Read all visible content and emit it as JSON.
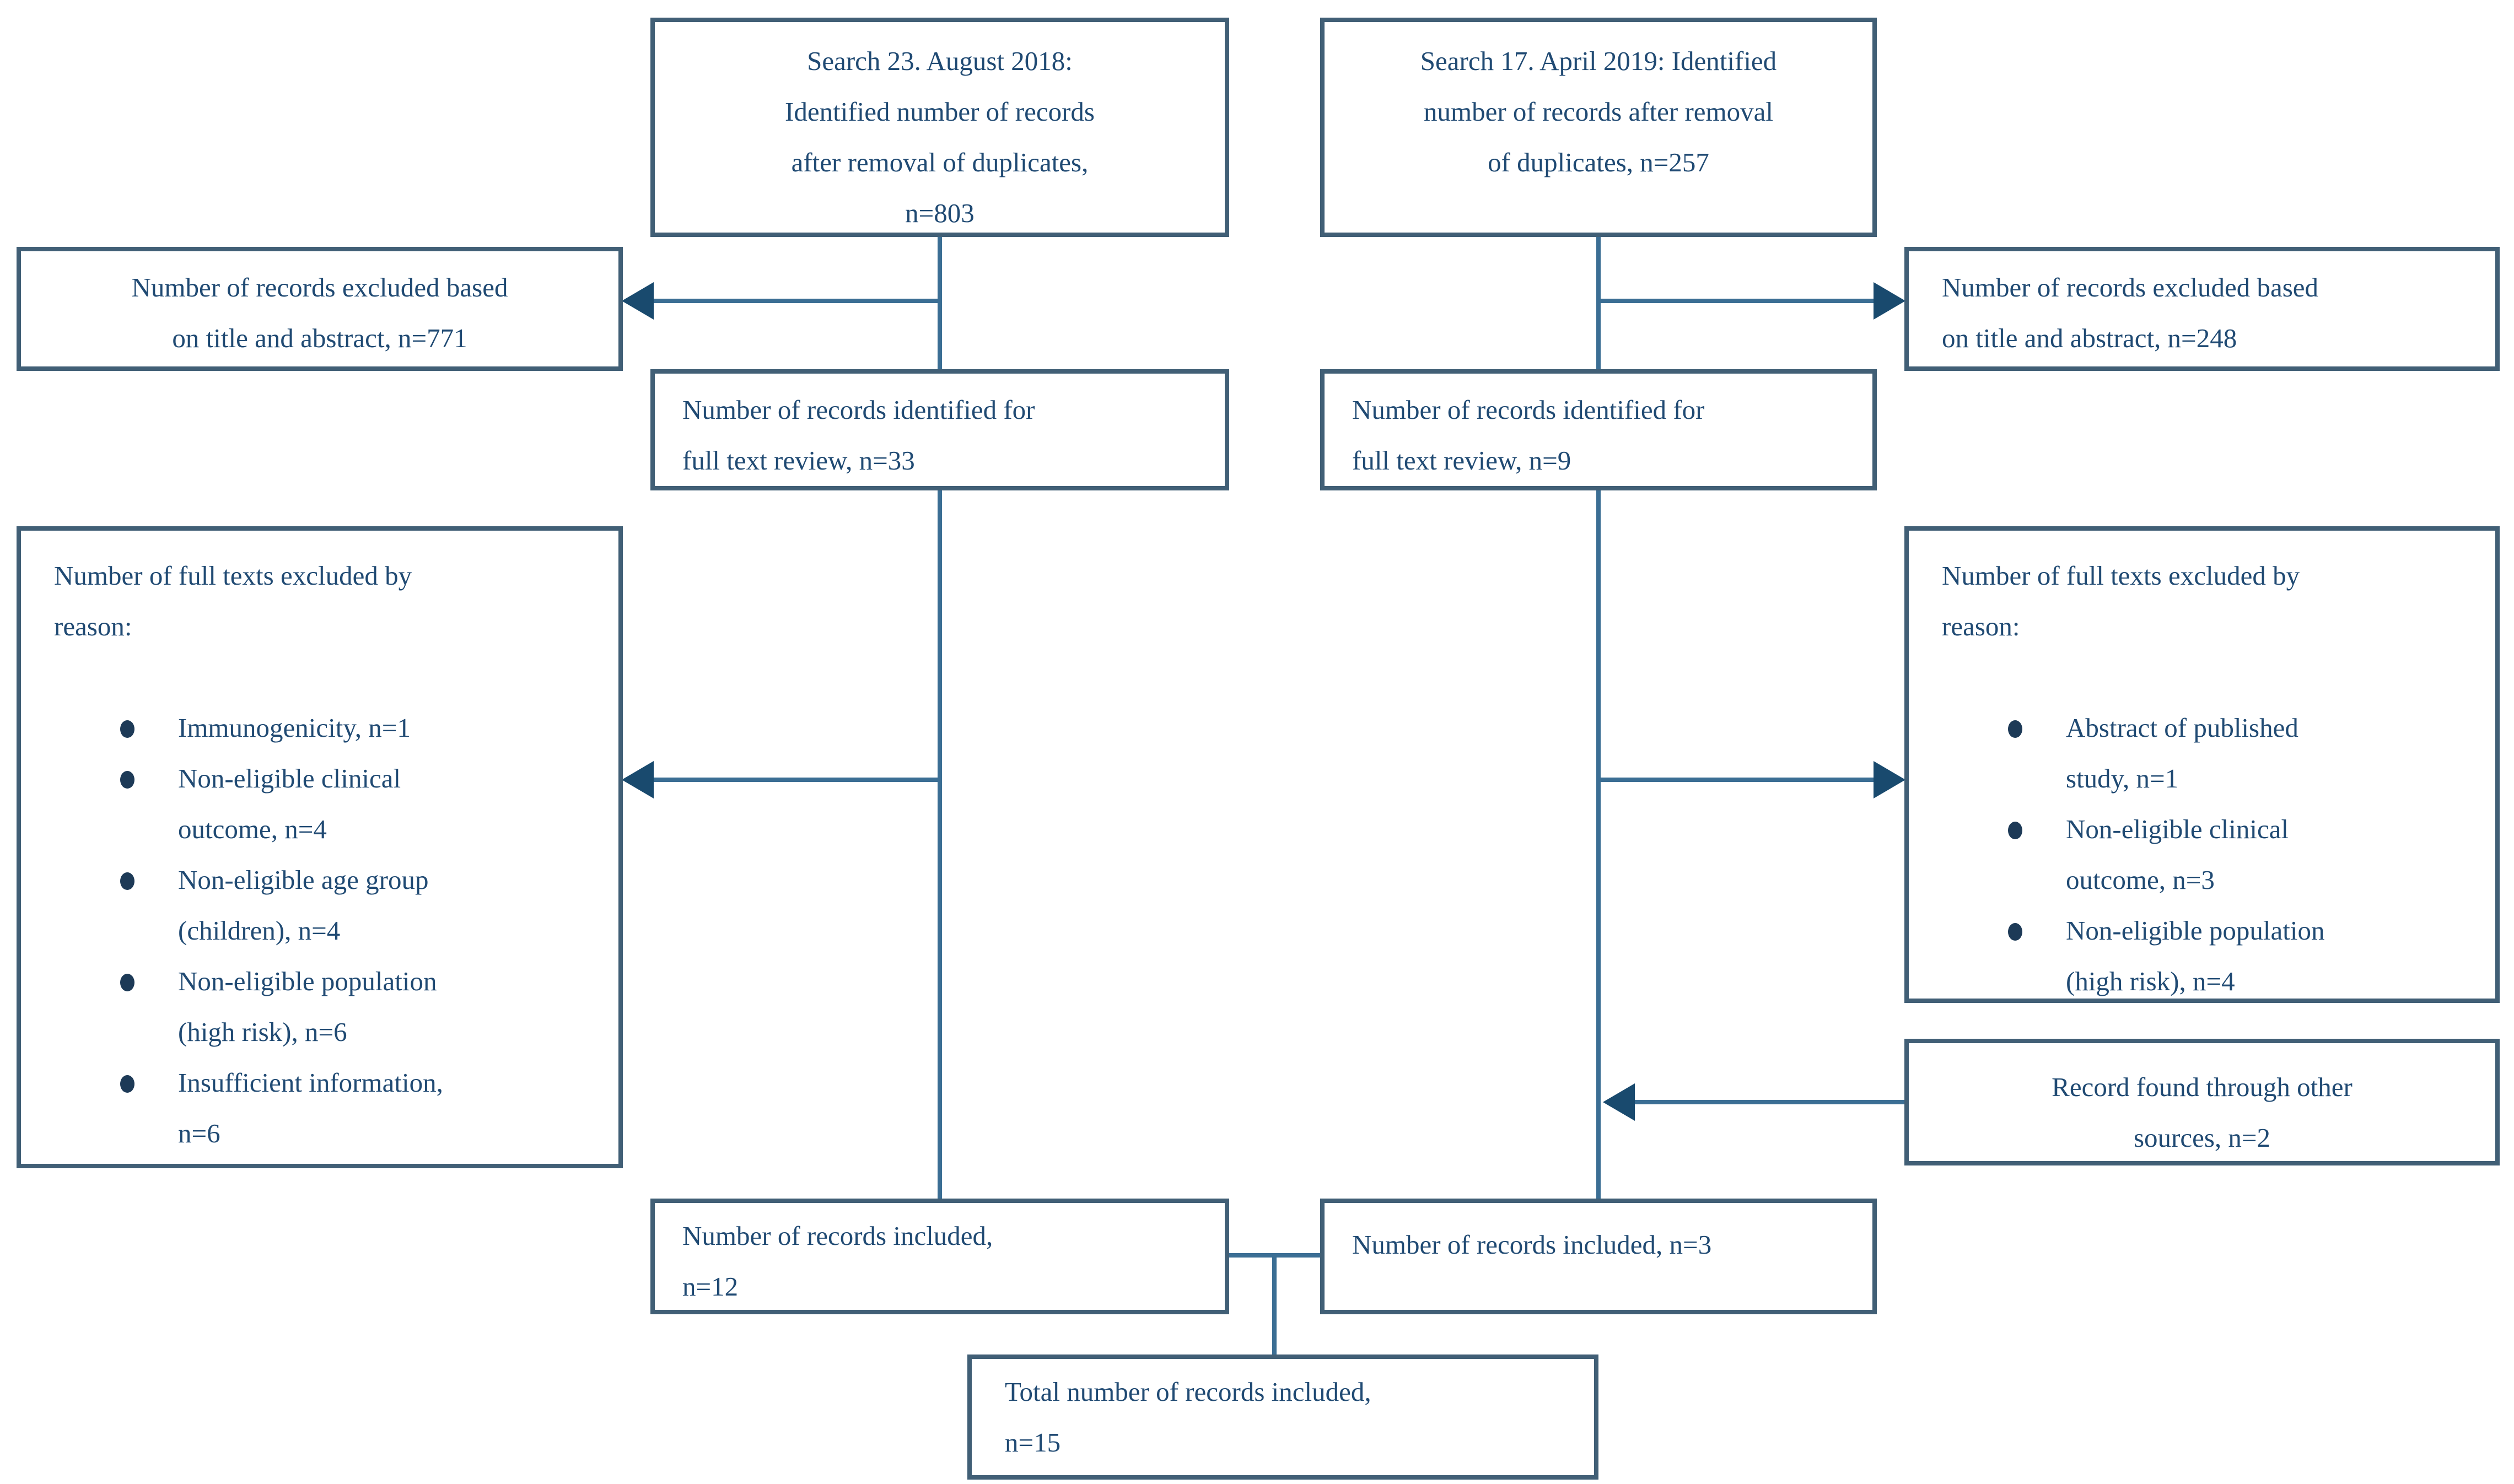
{
  "diagram": {
    "title": "Record screening flow diagram (two searches)",
    "colors": {
      "background": "#ffffff",
      "box_border": "#415f76",
      "connector_line": "#3b6e94",
      "arrowhead": "#194a6e",
      "text": "#204a73",
      "bullet_dot": "#1d3a57"
    },
    "boxes": {
      "search_aug2018": {
        "lines": [
          "Search 23. August 2018:",
          "Identified number of records",
          "after removal of duplicates,",
          "n=803"
        ]
      },
      "search_apr2019": {
        "lines": [
          "Search 17. April 2019: Identified",
          "number of records after removal",
          "of duplicates, n=257"
        ]
      },
      "excluded_title_abstract_2018": {
        "lines": [
          "Number of records excluded based",
          "on title and abstract, n=771"
        ]
      },
      "excluded_title_abstract_2019": {
        "lines": [
          "Number of records excluded based",
          "on title and abstract, n=248"
        ]
      },
      "fulltext_review_2018": {
        "lines": [
          "Number of records identified for",
          "full text review, n=33"
        ]
      },
      "fulltext_review_2019": {
        "lines": [
          "Number of records identified for",
          "full text review, n=9"
        ]
      },
      "fulltext_excluded_2018": {
        "heading_lines": [
          "Number of full texts excluded by",
          "reason:"
        ],
        "bullets": [
          [
            "Immunogenicity, n=1"
          ],
          [
            "Non-eligible clinical",
            "outcome, n=4"
          ],
          [
            "Non-eligible age group",
            "(children), n=4"
          ],
          [
            "Non-eligible population",
            "(high risk), n=6"
          ],
          [
            "Insufficient information,",
            "n=6"
          ]
        ]
      },
      "fulltext_excluded_2019": {
        "heading_lines": [
          "Number of full texts excluded by",
          "reason:"
        ],
        "bullets": [
          [
            "Abstract of published",
            "study, n=1"
          ],
          [
            "Non-eligible clinical",
            "outcome, n=3"
          ],
          [
            "Non-eligible population",
            "(high risk), n=4"
          ]
        ]
      },
      "other_sources": {
        "lines": [
          "Record found through other",
          "sources, n=2"
        ]
      },
      "included_2018": {
        "lines": [
          "Number of records included,",
          "n=12"
        ]
      },
      "included_2019": {
        "lines": [
          "Number of records included, n=3"
        ]
      },
      "total_included": {
        "lines": [
          "Total number of records included,",
          "n=15"
        ]
      }
    }
  }
}
